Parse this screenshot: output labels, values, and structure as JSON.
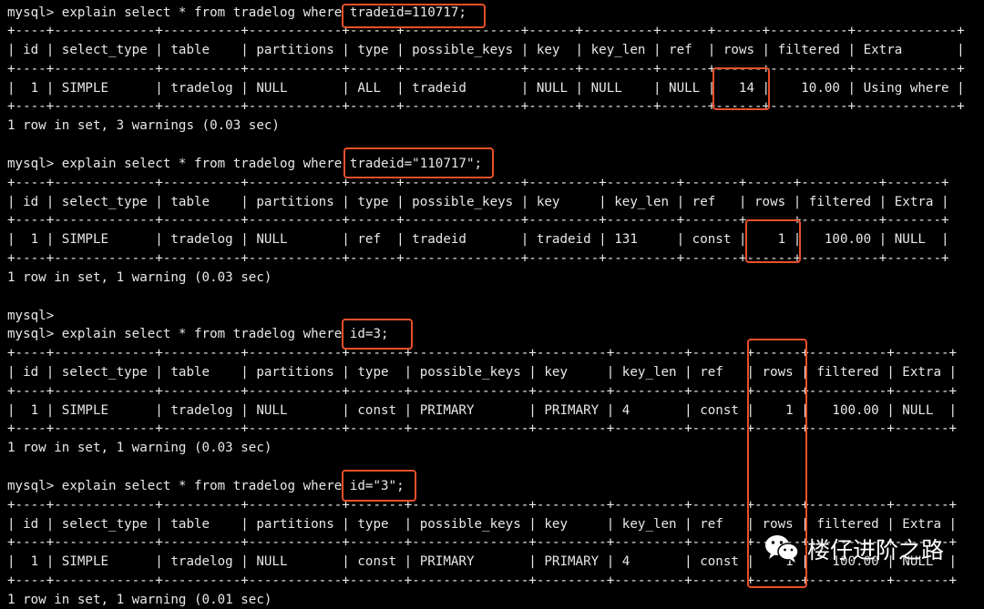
{
  "terminal": {
    "lines": [
      "mysql> explain select * from tradelog where tradeid=110717;",
      "+----+-------------+----------+------------+------+---------------+------+---------+------+------+----------+-------------+",
      "| id | select_type | table    | partitions | type | possible_keys | key  | key_len | ref  | rows | filtered | Extra       |",
      "+----+-------------+----------+------------+------+---------------+------+---------+------+------+----------+-------------+",
      "|  1 | SIMPLE      | tradelog | NULL       | ALL  | tradeid       | NULL | NULL    | NULL |   14 |    10.00 | Using where |",
      "+----+-------------+----------+------------+------+---------------+------+---------+------+------+----------+-------------+",
      "1 row in set, 3 warnings (0.03 sec)",
      "",
      "mysql> explain select * from tradelog where tradeid=\"110717\";",
      "+----+-------------+----------+------------+------+---------------+---------+---------+-------+------+----------+-------+",
      "| id | select_type | table    | partitions | type | possible_keys | key     | key_len | ref   | rows | filtered | Extra |",
      "+----+-------------+----------+------------+------+---------------+---------+---------+-------+------+----------+-------+",
      "|  1 | SIMPLE      | tradelog | NULL       | ref  | tradeid       | tradeid | 131     | const |    1 |   100.00 | NULL  |",
      "+----+-------------+----------+------------+------+---------------+---------+---------+-------+------+----------+-------+",
      "1 row in set, 1 warning (0.03 sec)",
      "",
      "mysql>",
      "mysql> explain select * from tradelog where id=3;",
      "+----+-------------+----------+------------+-------+---------------+---------+---------+-------+------+----------+-------+",
      "| id | select_type | table    | partitions | type  | possible_keys | key     | key_len | ref   | rows | filtered | Extra |",
      "+----+-------------+----------+------------+-------+---------------+---------+---------+-------+------+----------+-------+",
      "|  1 | SIMPLE      | tradelog | NULL       | const | PRIMARY       | PRIMARY | 4       | const |    1 |   100.00 | NULL  |",
      "+----+-------------+----------+------------+-------+---------------+---------+---------+-------+------+----------+-------+",
      "1 row in set, 1 warning (0.03 sec)",
      "",
      "mysql> explain select * from tradelog where id=\"3\";",
      "+----+-------------+----------+------------+-------+---------------+---------+---------+-------+------+----------+-------+",
      "| id | select_type | table    | partitions | type  | possible_keys | key     | key_len | ref   | rows | filtered | Extra |",
      "+----+-------------+----------+------------+-------+---------------+---------+---------+-------+------+----------+-------+",
      "|  1 | SIMPLE      | tradelog | NULL       | const | PRIMARY       | PRIMARY | 4       | const |    1 |   100.00 | NULL  |",
      "+----+-------------+----------+------------+-------+---------------+---------+---------+-------+------+----------+-------+",
      "1 row in set, 1 warning (0.01 sec)"
    ]
  },
  "highlight_color": "#e8502a",
  "watermark": {
    "text": "楼仔进阶之路",
    "icon": "wechat-icon"
  }
}
